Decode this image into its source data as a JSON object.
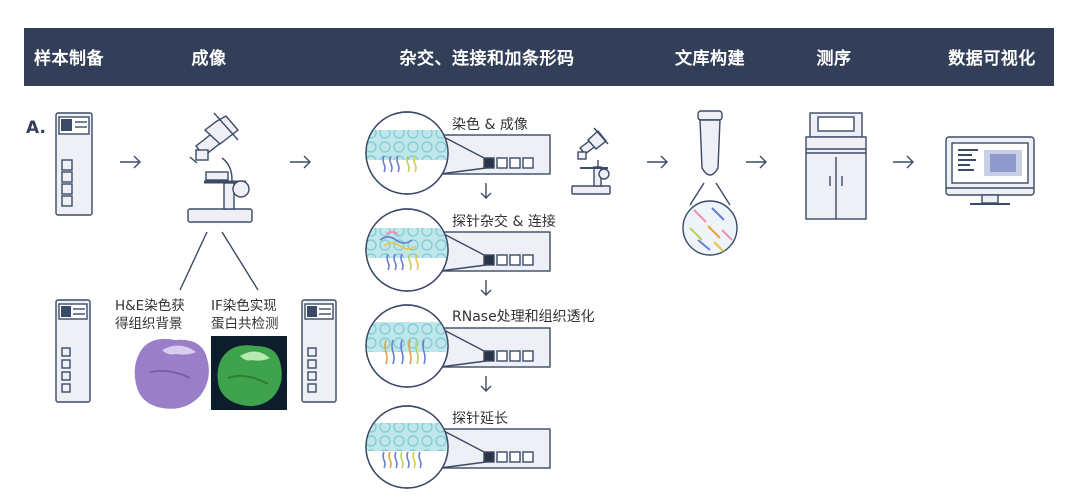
{
  "header": {
    "steps": [
      "样本制备",
      "成像",
      "杂交、连接和加条形码",
      "文库构建",
      "测序",
      "数据可视化"
    ]
  },
  "panel_label": "A.",
  "hybridization_steps": [
    "染色 & 成像",
    "探针杂交 & 连接",
    "RNase处理和组织透化",
    "探针延长"
  ],
  "staining": {
    "he_caption_line1": "H&E染色获",
    "he_caption_line2": "得组织背景",
    "if_caption_line1": "IF染色实现",
    "if_caption_line2": "蛋白共检测"
  },
  "colors": {
    "header_bg": "#333f58",
    "line": "#3b4a66",
    "tissue_bg": "#bfe6ea",
    "he_purple": "#9b7ec8",
    "if_green": "#3fa34d",
    "if_bg": "#0d1d2b"
  },
  "icons": [
    "slide-icon",
    "arrow-right-icon",
    "microscope-icon",
    "tube-icon",
    "sequencer-icon",
    "monitor-icon"
  ]
}
